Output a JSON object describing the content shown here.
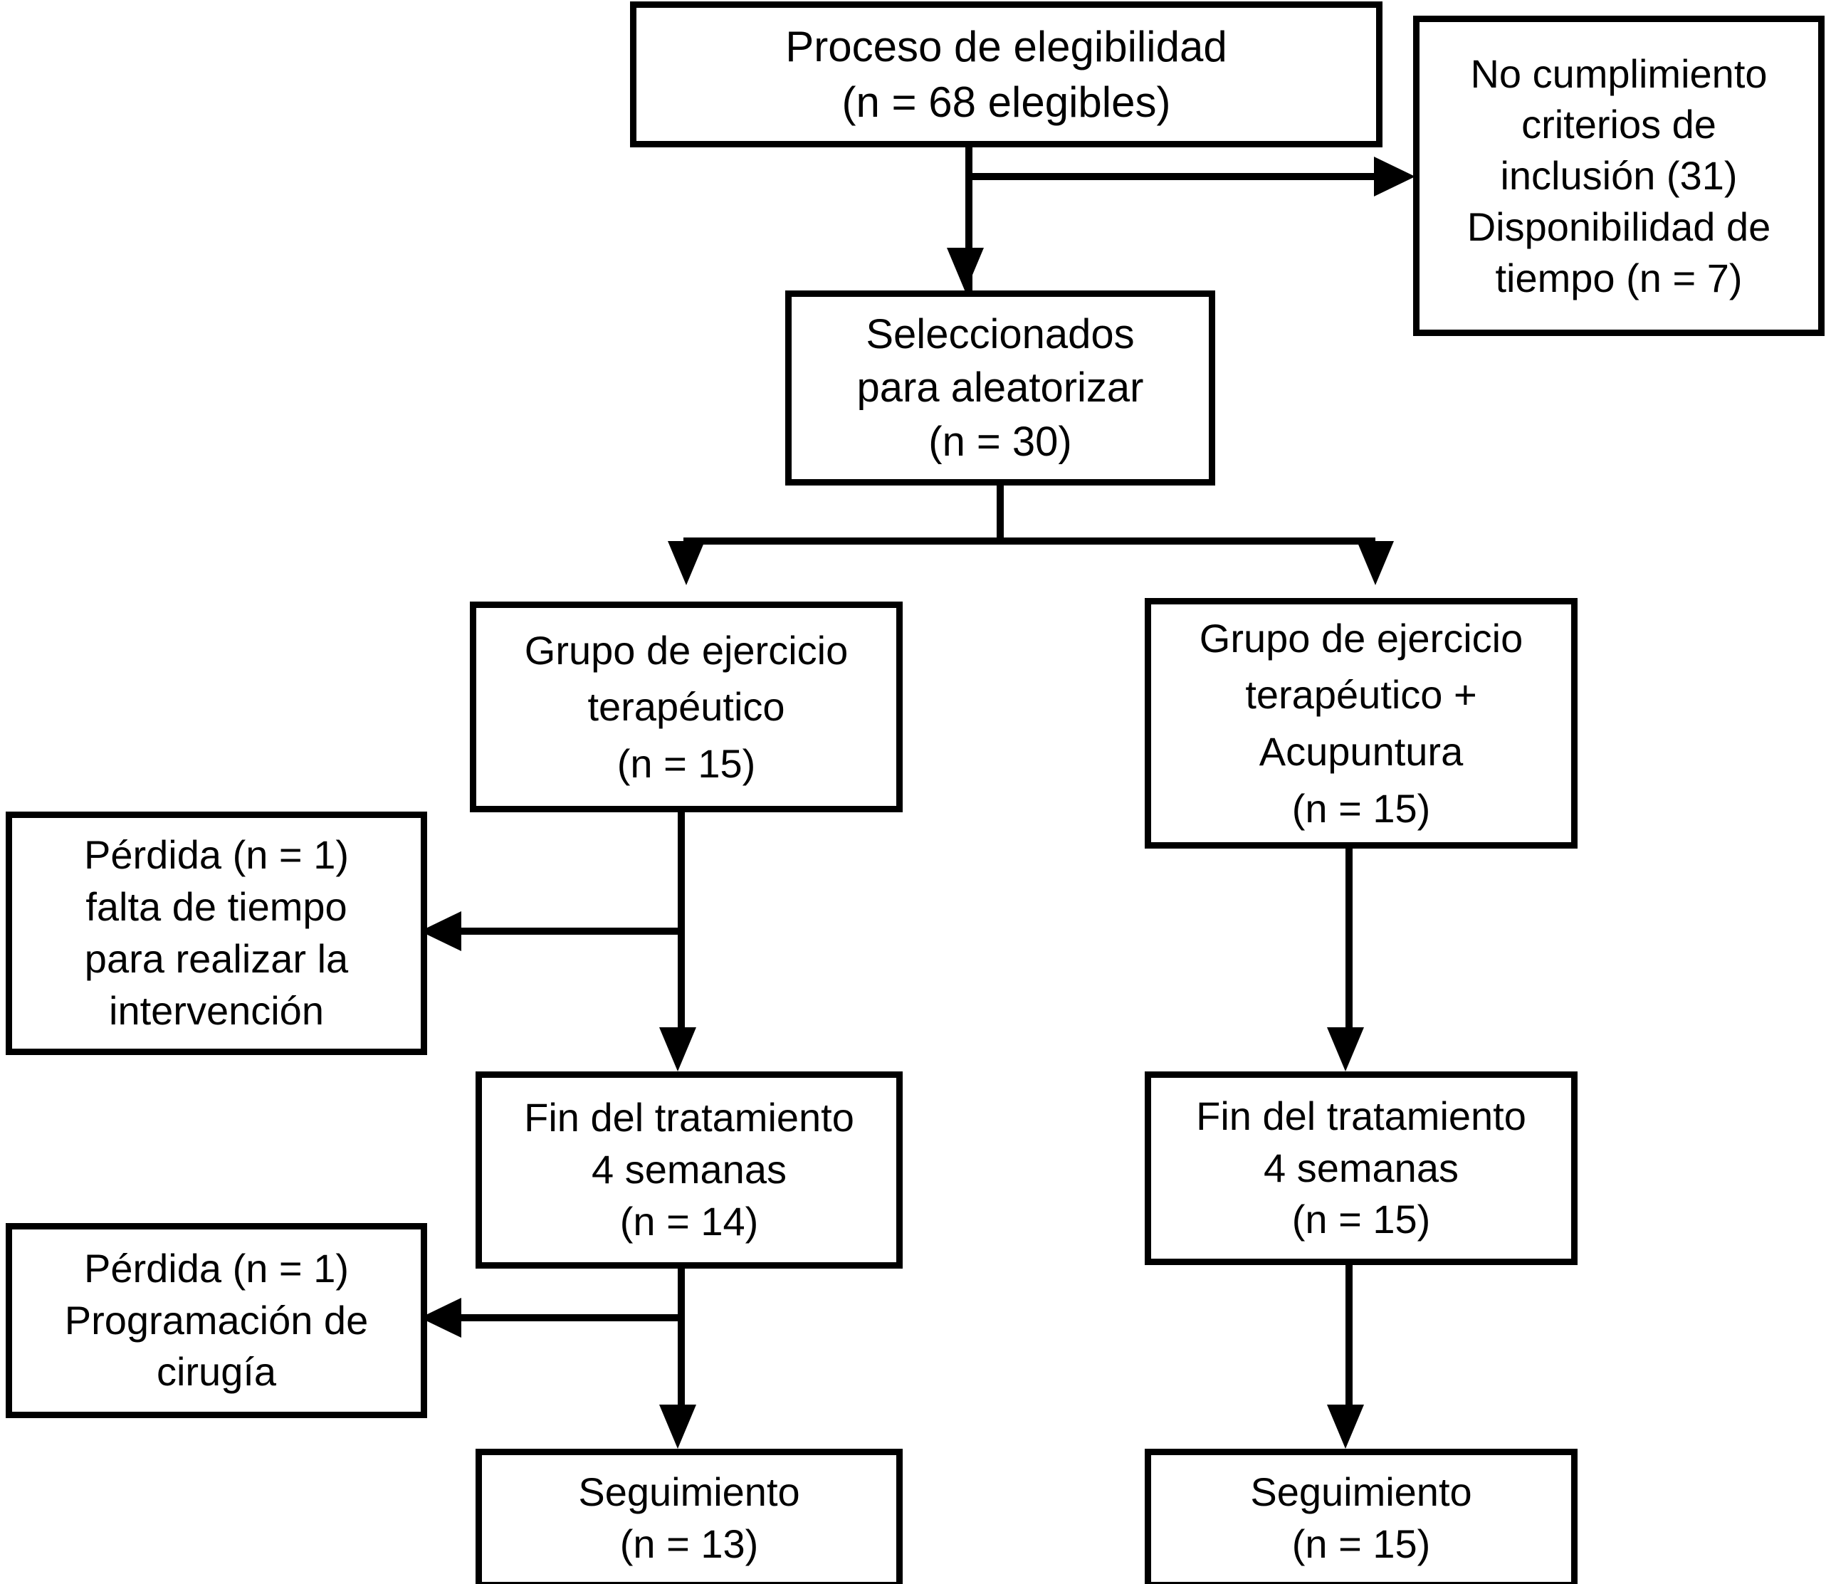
{
  "diagram": {
    "title": "Diagrama de flujo del estudio",
    "language": "es",
    "line_color": "#000000",
    "background_color": "#ffffff",
    "nodes": {
      "eligibility": "Proceso de elegibilidad\n(n = 68 elegibles)",
      "excluded": "No cumplimiento\ncriterios de\ninclusión (31)\nDisponibilidad de\ntiempo (n = 7)",
      "randomized": "Seleccionados\npara aleatorizar\n(n = 30)",
      "group_left": "Grupo de ejercicio\nterapéutico\n(n = 15)",
      "group_right": "Grupo de ejercicio\nterapéutico +\nAcupuntura\n(n = 15)",
      "loss_1": "Pérdida (n = 1)\nfalta de tiempo\npara realizar la\nintervención",
      "end_left": "Fin del tratamiento\n4 semanas\n(n = 14)",
      "end_right": "Fin del tratamiento\n4 semanas\n(n = 15)",
      "loss_2": "Pérdida (n = 1)\nProgramación de\ncirugía",
      "follow_left": "Seguimiento\n(n = 13)",
      "follow_right": "Seguimiento\n(n = 15)"
    }
  },
  "chart_data": {
    "type": "flowchart",
    "title": "Diagrama de flujo CONSORT del ensayo",
    "nodes": [
      {
        "id": "eligibility",
        "label": "Proceso de elegibilidad",
        "n": 68,
        "n_label": "n = 68 elegibles",
        "column": "center",
        "row": 0
      },
      {
        "id": "excluded",
        "label": "No cumplimiento criterios de inclusión (31) Disponibilidad de tiempo (n = 7)",
        "n_inclusion": 31,
        "n_time": 7,
        "column": "right",
        "row": 0
      },
      {
        "id": "randomized",
        "label": "Seleccionados para aleatorizar",
        "n": 30,
        "n_label": "n = 30",
        "column": "center",
        "row": 1
      },
      {
        "id": "group_left",
        "label": "Grupo de ejercicio terapéutico",
        "n": 15,
        "n_label": "n = 15",
        "column": "left",
        "row": 2
      },
      {
        "id": "group_right",
        "label": "Grupo de ejercicio terapéutico + Acupuntura",
        "n": 15,
        "n_label": "n = 15",
        "column": "right",
        "row": 2
      },
      {
        "id": "loss_1",
        "label": "Pérdida falta de tiempo para realizar la intervención",
        "n": 1,
        "n_label": "n = 1",
        "column": "far-left",
        "row": 3
      },
      {
        "id": "end_left",
        "label": "Fin del tratamiento 4 semanas",
        "n": 14,
        "n_label": "n = 14",
        "column": "left",
        "row": 4
      },
      {
        "id": "end_right",
        "label": "Fin del tratamiento 4 semanas",
        "n": 15,
        "n_label": "n = 15",
        "column": "right",
        "row": 4
      },
      {
        "id": "loss_2",
        "label": "Pérdida Programación de cirugía",
        "n": 1,
        "n_label": "n = 1",
        "column": "far-left",
        "row": 5
      },
      {
        "id": "follow_left",
        "label": "Seguimiento",
        "n": 13,
        "n_label": "n = 13",
        "column": "left",
        "row": 6
      },
      {
        "id": "follow_right",
        "label": "Seguimiento",
        "n": 15,
        "n_label": "n = 15",
        "column": "right",
        "row": 6
      }
    ],
    "edges": [
      {
        "from": "eligibility",
        "to": "randomized",
        "direction": "down"
      },
      {
        "from": "eligibility",
        "to": "excluded",
        "direction": "right"
      },
      {
        "from": "randomized",
        "to": "group_left",
        "direction": "down"
      },
      {
        "from": "randomized",
        "to": "group_right",
        "direction": "down"
      },
      {
        "from": "group_left",
        "to": "loss_1",
        "direction": "left"
      },
      {
        "from": "group_left",
        "to": "end_left",
        "direction": "down"
      },
      {
        "from": "group_right",
        "to": "end_right",
        "direction": "down"
      },
      {
        "from": "end_left",
        "to": "loss_2",
        "direction": "left"
      },
      {
        "from": "end_left",
        "to": "follow_left",
        "direction": "down"
      },
      {
        "from": "end_right",
        "to": "follow_right",
        "direction": "down"
      }
    ]
  }
}
